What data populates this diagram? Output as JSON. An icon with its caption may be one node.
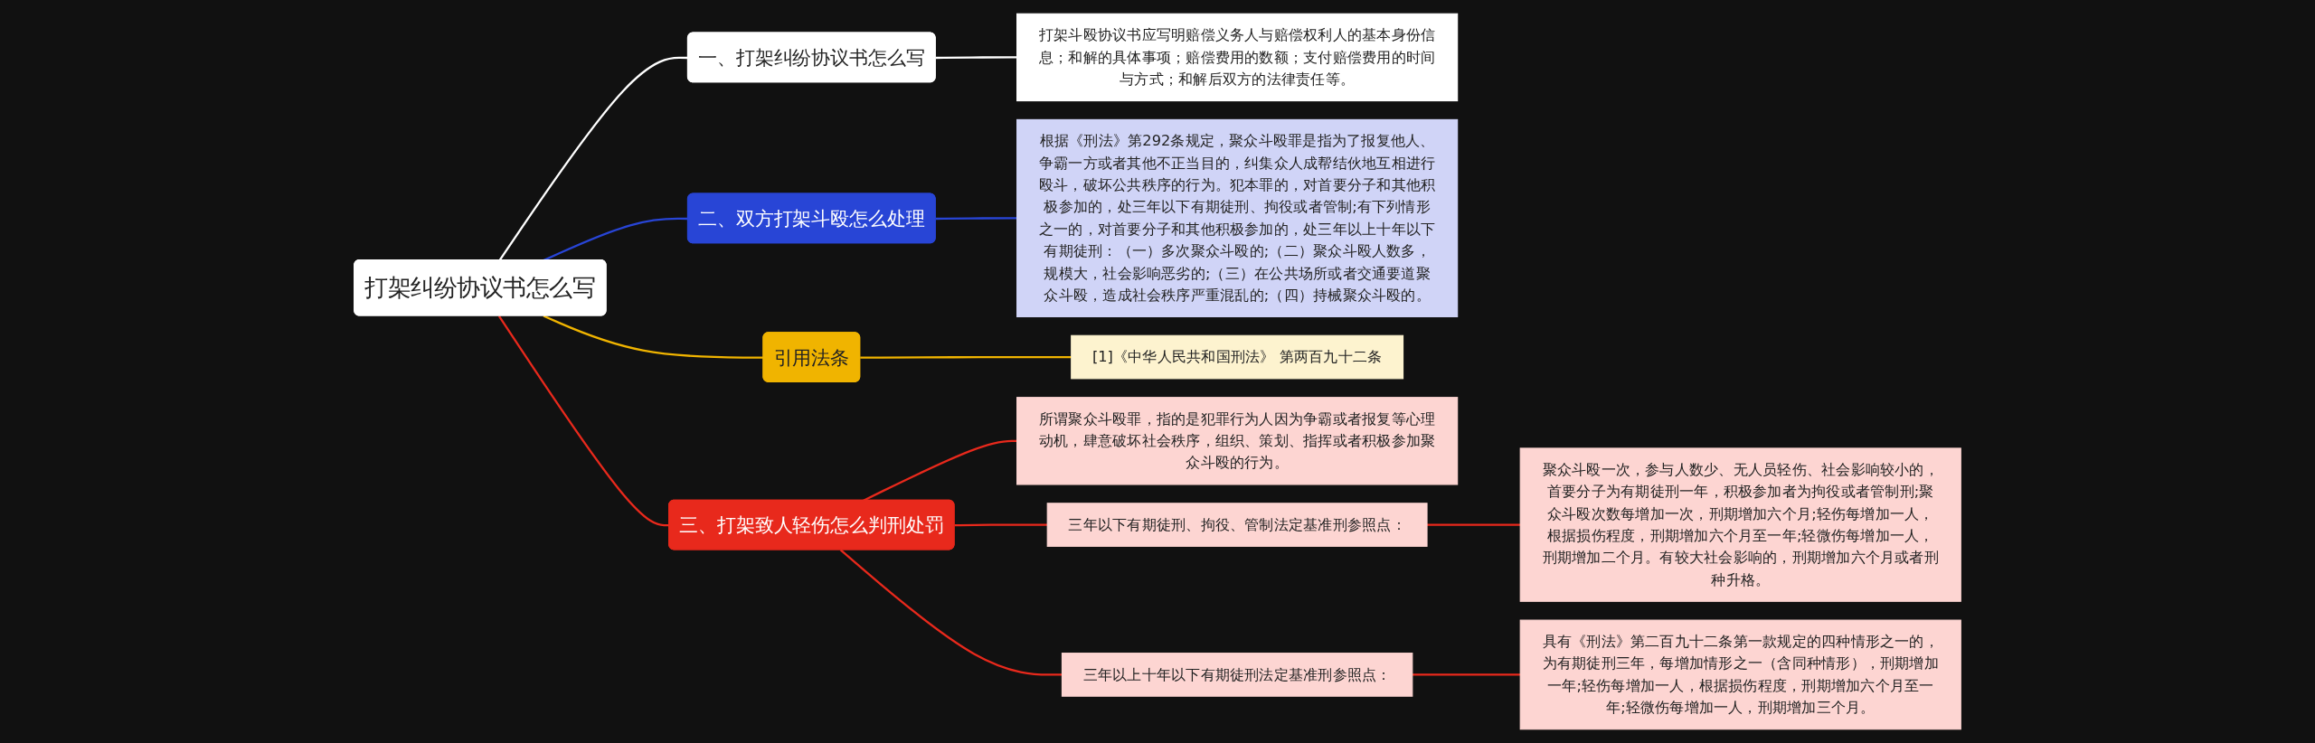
{
  "diagram": {
    "nodes": [
      {
        "text": [
          "打架纠纷协议书怎么写"
        ]
      },
      {
        "text": [
          "一、打架纠纷协议书怎么写"
        ]
      },
      {
        "text": [
          "打架斗殴协议书应写明赔偿义务人与赔偿权利人的基本身份信息；和解的具体事项；赔偿费用的数额；支付赔偿费用的时间与方式；和解后双方的法律责任等。"
        ]
      },
      {
        "text": [
          "二、双方打架斗殴怎么处理"
        ]
      },
      {
        "text": [
          "根据《刑法》第292条规定，聚众斗殴罪是指为了报复他人、争霸一方或者其他不正当目的，纠集众人成帮结伙地互相进行殴斗，破坏公共秩序的行为。犯本罪的，对首要分子和其他积极参加的，处三年以下有期徒刑、拘役或者管制;有下列情形之一的，对首要分子和其他积极参加的，处三年以上十年以下有期徒刑：（一）多次聚众斗殴的;（二）聚众斗殴人数多，规模大，社会影响恶劣的;（三）在公共场所或者交通要道聚众斗殴，造成社会秩序严重混乱的;（四）持械聚众斗殴的。"
        ]
      },
      {
        "text": [
          "引用法条"
        ]
      },
      {
        "text": [
          "[1]《中华人民共和国刑法》 第两百九十二条"
        ]
      },
      {
        "text": [
          "三、打架致人轻伤怎么判刑处罚"
        ]
      },
      {
        "text": [
          "所谓聚众斗殴罪，指的是犯罪行为人因为争霸或者报复等心理动机，肆意破坏社会秩序，组织、策划、指挥或者积极参加聚众斗殴的行为。"
        ]
      },
      {
        "text": [
          "三年以下有期徒刑、拘役、管制法定基准刑参照点："
        ]
      },
      {
        "text": [
          "聚众斗殴一次，参与人数少、无人员轻伤、社会影响较小的，首要分子为有期徒刑一年，积极参加者为拘役或者管制刑;聚众斗殴次数每增加一次，刑期增加六个月;轻伤每增加一人，根据损伤程度，刑期增加六个月至一年;轻微伤每增加一人，刑期增加二个月。有较大社会影响的，刑期增加六个月或者刑种升格。"
        ]
      },
      {
        "text": [
          "三年以上十年以下有期徒刑法定基准刑参照点："
        ]
      },
      {
        "text": [
          "具有《刑法》第二百九十二条第一款规定的四种情形之一的，为有期徒刑三年，每增加情形之一（含同种情形），刑期增加一年;轻伤每增加一人，根据损伤程度，刑期增加六个月至一年;轻微伤每增加一人，刑期增加三个月。"
        ]
      }
    ],
    "edges": [
      {
        "from": 0,
        "to": 1,
        "arrow": "none",
        "color": "#ffffff"
      },
      {
        "from": 1,
        "to": 2,
        "arrow": "none",
        "color": "#ffffff"
      },
      {
        "from": 0,
        "to": 3,
        "arrow": "none",
        "color": "#2845d6"
      },
      {
        "from": 3,
        "to": 4,
        "arrow": "none",
        "color": "#2845d6"
      },
      {
        "from": 0,
        "to": 5,
        "arrow": "none",
        "color": "#f0b400"
      },
      {
        "from": 5,
        "to": 6,
        "arrow": "none",
        "color": "#f0b400"
      },
      {
        "from": 0,
        "to": 7,
        "arrow": "none"
      },
      {
        "from": 7,
        "to": 8,
        "arrow": "none"
      },
      {
        "from": 7,
        "to": 9,
        "arrow": "none"
      },
      {
        "from": 9,
        "to": 10,
        "arrow": "none"
      },
      {
        "from": 7,
        "to": 11,
        "arrow": "none"
      },
      {
        "from": 11,
        "to": 12,
        "arrow": "none"
      }
    ]
  }
}
